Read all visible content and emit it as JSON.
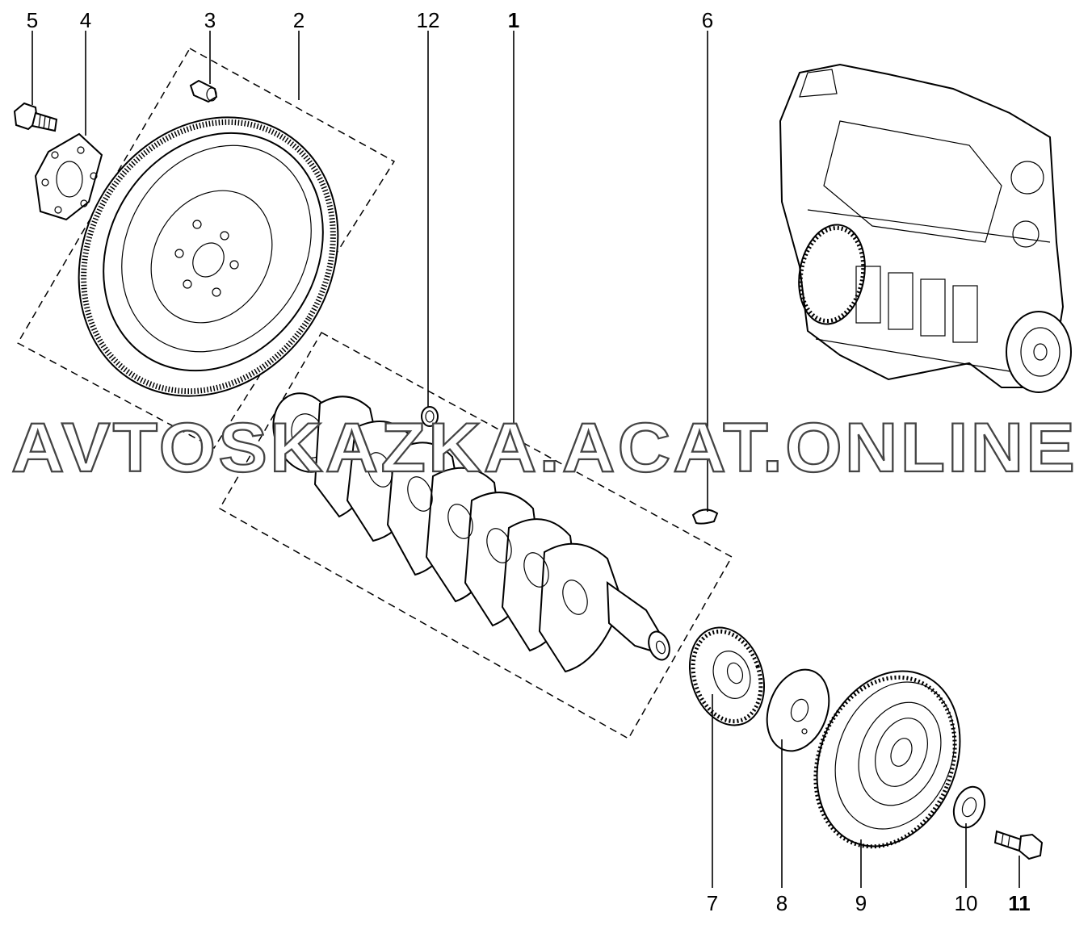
{
  "callouts": {
    "c1": "1",
    "c2": "2",
    "c3": "3",
    "c4": "4",
    "c5": "5",
    "c6": "6",
    "c7": "7",
    "c8": "8",
    "c9": "9",
    "c10": "10",
    "c11": "11",
    "c12": "12"
  },
  "watermark": "AVTOSKAZKA.ACAT.ONLINE"
}
